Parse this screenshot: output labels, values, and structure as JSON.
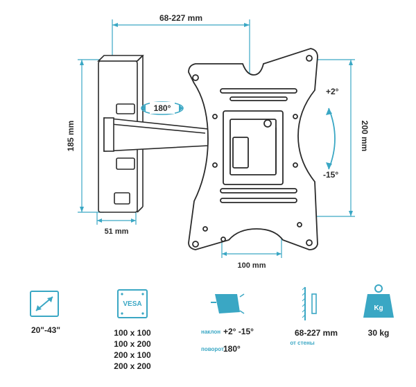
{
  "dimensions": {
    "width_range": "68-227 mm",
    "height": "185 mm",
    "vesa_height": "200 mm",
    "depth": "51 mm",
    "vesa_width": "100 mm",
    "swivel": "180°",
    "tilt_up": "+2°",
    "tilt_down": "-15°"
  },
  "specs": {
    "screen_size": "20\"-43\"",
    "vesa_badge": "VESA",
    "vesa_sizes": [
      "100 x 100",
      "100 x 200",
      "200 x 100",
      "200 x 200"
    ],
    "tilt_label": "наклон",
    "tilt_value": "+2° -15°",
    "swivel_label": "поворот",
    "swivel_value": "180°",
    "wall_distance": "68-227 mm",
    "wall_label": "от стены",
    "weight_badge": "Kg",
    "weight": "30 kg"
  },
  "colors": {
    "accent": "#3aa7c4",
    "line": "#2a2a2a"
  }
}
